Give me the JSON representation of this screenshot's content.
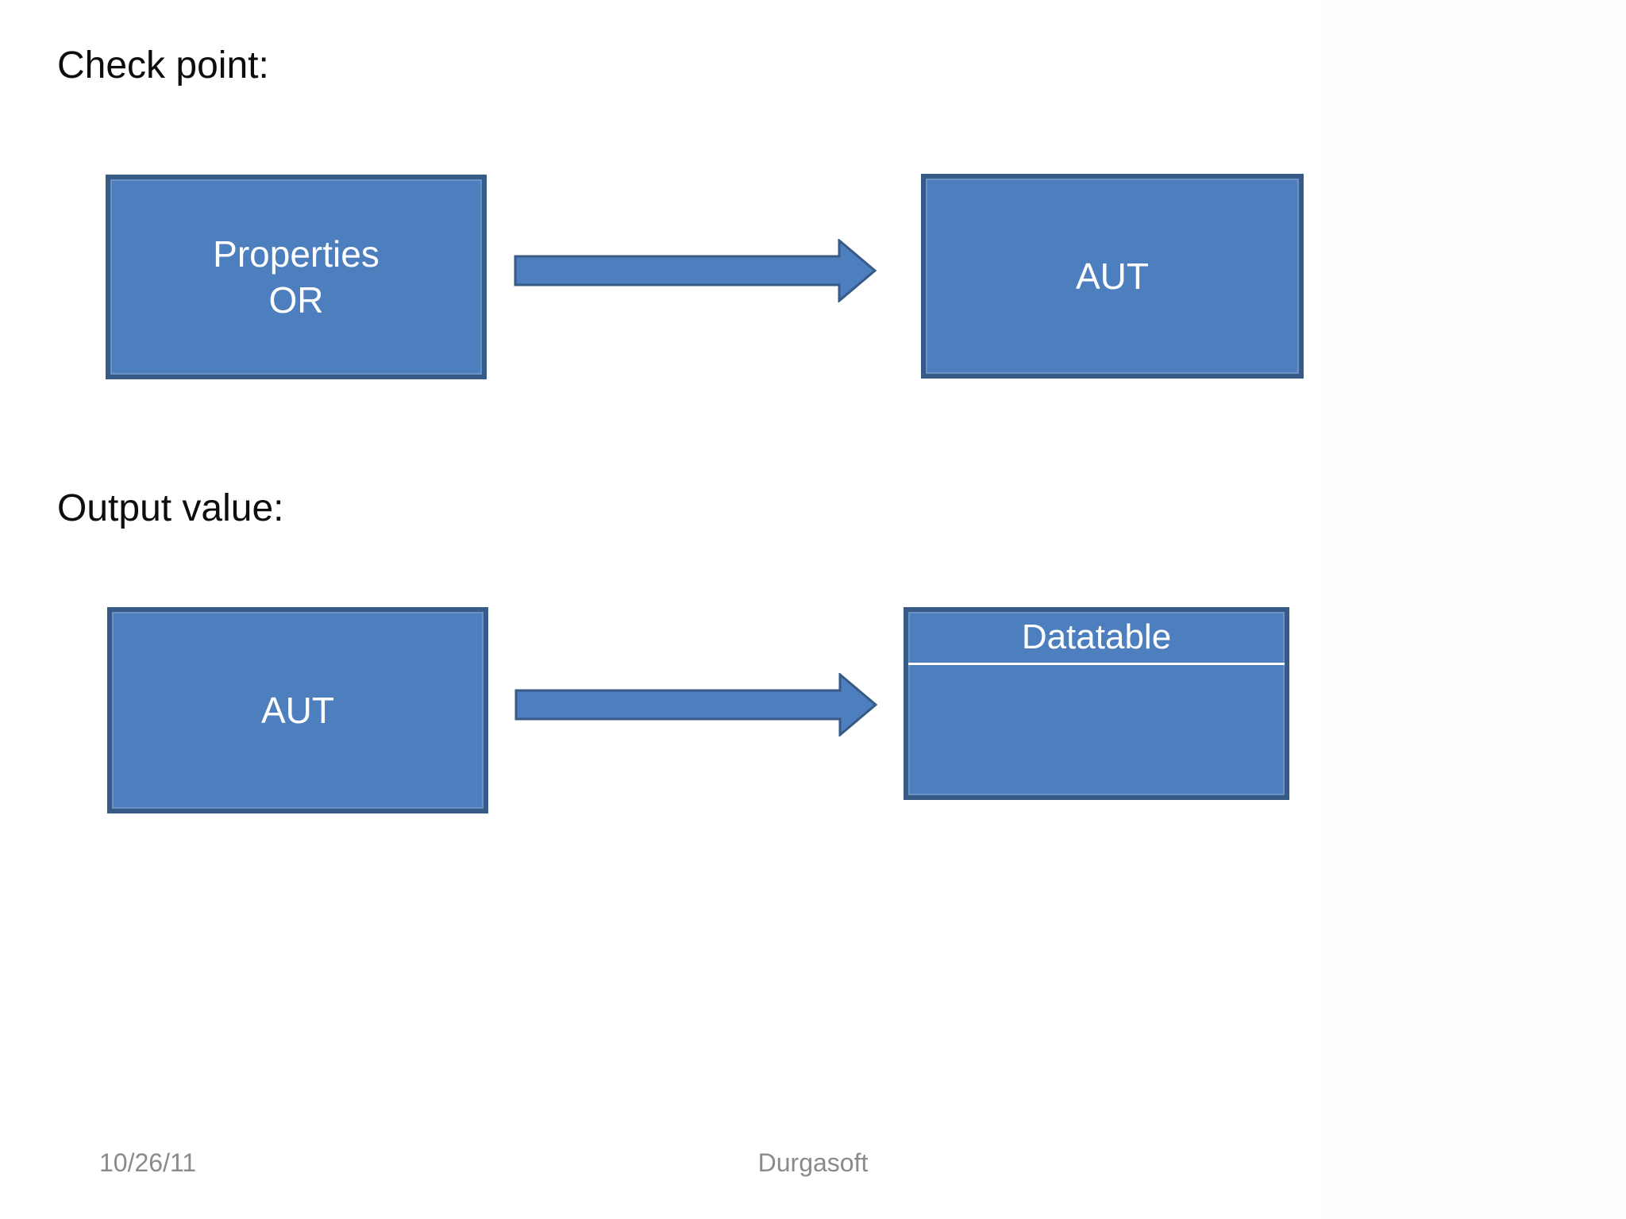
{
  "checkpoint": {
    "heading": "Check point:",
    "source_box": {
      "line1": "Properties",
      "line2": "OR"
    },
    "target_box": {
      "label": "AUT"
    }
  },
  "output_value": {
    "heading": "Output value:",
    "source_box": {
      "label": "AUT"
    },
    "target_box": {
      "title": "Datatable"
    }
  },
  "footer": {
    "date": "10/26/11",
    "brand": "Durgasoft"
  },
  "icons": {
    "flow_arrow": "right-block-arrow"
  },
  "colors": {
    "box_fill": "#4d7ebd",
    "box_border": "#375a87",
    "box_text": "#ffffff",
    "heading_text": "#0d0d0d",
    "footer_text": "#8a8a8a",
    "arrow_fill": "#4d7ebd",
    "arrow_border": "#375a87",
    "divider": "#ffffff",
    "background": "#ffffff"
  }
}
